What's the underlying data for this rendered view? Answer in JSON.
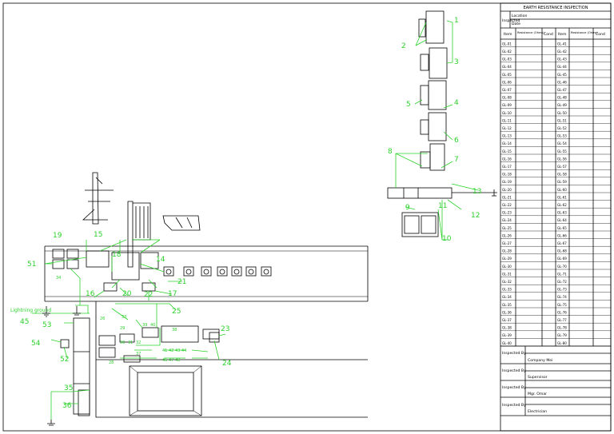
{
  "table": {
    "title": "EARTH RESISTANCE INSPECTION",
    "inspected_label": "Inspected",
    "location_label": "Location",
    "date_label": "Date",
    "col_headers": [
      "Item",
      "Resistance (Ohms)",
      "Cond",
      "Item",
      "Resistance (Ohms)",
      "Cond"
    ],
    "left_items": [
      "GL-01",
      "GL-02",
      "GL-03",
      "GL-04",
      "GL-05",
      "GL-06",
      "GL-07",
      "GL-08",
      "GL-09",
      "GL-10",
      "GL-11",
      "GL-12",
      "GL-13",
      "GL-14",
      "GL-15",
      "GL-16",
      "GL-17",
      "GL-18",
      "GL-19",
      "GL-20",
      "GL-21",
      "GL-22",
      "GL-23",
      "GL-24",
      "GL-25",
      "GL-26",
      "GL-27",
      "GL-28",
      "GL-29",
      "GL-30",
      "GL-31",
      "GL-32",
      "GL-33",
      "GL-34",
      "GL-35",
      "GL-36",
      "GL-37",
      "GL-38",
      "GL-39",
      "GL-40"
    ],
    "right_items": [
      "GL-41",
      "GL-42",
      "GL-43",
      "GL-44",
      "GL-45",
      "GL-46",
      "GL-47",
      "GL-48",
      "GL-49",
      "GL-50",
      "GL-51",
      "GL-52",
      "GL-53",
      "GL-54",
      "GL-55",
      "GL-56",
      "GL-57",
      "GL-58",
      "GL-59",
      "GL-60",
      "GL-61",
      "GL-62",
      "GL-63",
      "GL-64",
      "GL-65",
      "GL-66",
      "GL-67",
      "GL-68",
      "GL-69",
      "GL-70",
      "GL-71",
      "GL-72",
      "GL-73",
      "GL-74",
      "GL-75",
      "GL-76",
      "GL-77",
      "GL-78",
      "GL-79",
      "GL-80"
    ],
    "signoffs": [
      {
        "label": "Inspected By",
        "name": "Company Mei"
      },
      {
        "label": "Inspected By",
        "name": "Supervisor"
      },
      {
        "label": "Inspected By",
        "name": "Mgr. Omar"
      },
      {
        "label": "Inspected By",
        "name": "Electrician"
      }
    ]
  },
  "callouts": {
    "n1": "1",
    "n2": "2",
    "n3": "3",
    "n4": "4",
    "n5": "5",
    "n6": "6",
    "n7": "7",
    "n8": "8",
    "n9": "9",
    "n10": "10",
    "n11": "11",
    "n12": "12",
    "n13": "13",
    "n14": "14",
    "n15": "15",
    "n16": "16",
    "n17": "17",
    "n18": "18",
    "n19": "19",
    "n20": "20",
    "n21": "21",
    "n22": "22",
    "n23": "23",
    "n24": "24",
    "n25": "25",
    "n34": "34",
    "n35": "35",
    "n36": "36",
    "n45": "45",
    "n51": "51",
    "n52": "52",
    "n53": "53",
    "n54": "54",
    "lightning": "Lightning ground"
  },
  "small_labels": {
    "l33": "33",
    "l39": "39",
    "l40": "40",
    "l38": "38",
    "l41": "41",
    "l42": "42",
    "l43": "43",
    "l44": "44",
    "l29": "29",
    "l30": "30",
    "l31": "31",
    "l32": "32",
    "l37": "37",
    "l46": "46",
    "l47": "47",
    "l48": "48",
    "l26": "26",
    "l28": "28"
  },
  "colors": {
    "accent": "#2bd12b",
    "line": "#000000"
  }
}
